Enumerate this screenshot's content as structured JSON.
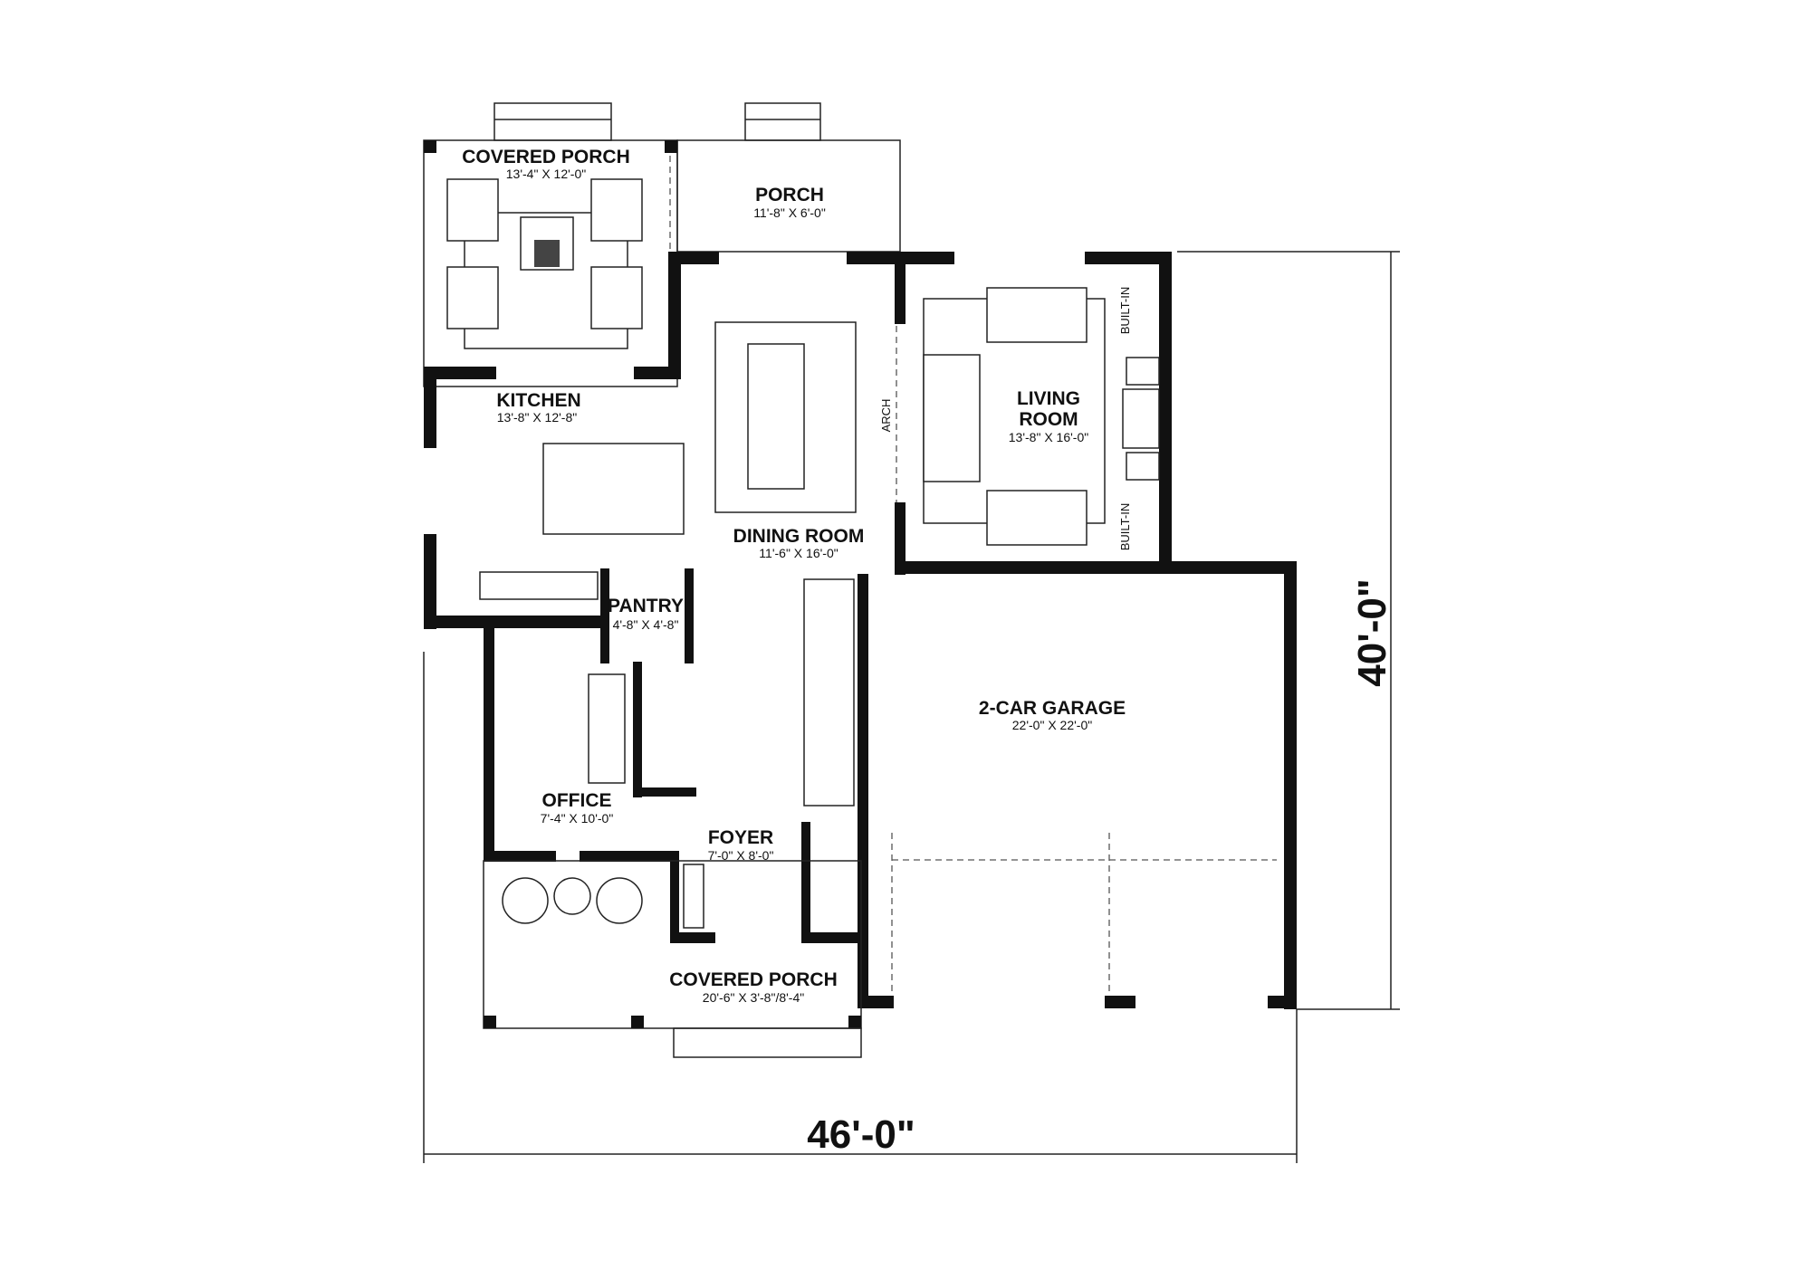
{
  "rooms": [
    {
      "name": "COVERED PORCH",
      "dims": "13'-4\" X 12'-0\""
    },
    {
      "name": "PORCH",
      "dims": "11'-8\" X 6'-0\""
    },
    {
      "name": "KITCHEN",
      "dims": "13'-8\" X 12'-8\""
    },
    {
      "name": "DINING ROOM",
      "dims": "11'-6\" X 16'-0\""
    },
    {
      "name_line1": "LIVING",
      "name_line2": "ROOM",
      "dims": "13'-8\" X 16'-0\""
    },
    {
      "name": "PANTRY",
      "dims": "4'-8\" X 4'-8\""
    },
    {
      "name": "2-CAR GARAGE",
      "dims": "22'-0\" X 22'-0\""
    },
    {
      "name": "OFFICE",
      "dims": "7'-4\" X 10'-0\""
    },
    {
      "name": "FOYER",
      "dims": "7'-0\" X 8'-0\""
    },
    {
      "name": "COVERED PORCH",
      "dims": "20'-6\" X 3'-8\"/8'-4\""
    }
  ],
  "annotations": {
    "arch": "ARCH",
    "built_in_top": "BUILT-IN",
    "built_in_bottom": "BUILT-IN"
  },
  "overall": {
    "width": "46'-0\"",
    "depth": "40'-0\""
  }
}
